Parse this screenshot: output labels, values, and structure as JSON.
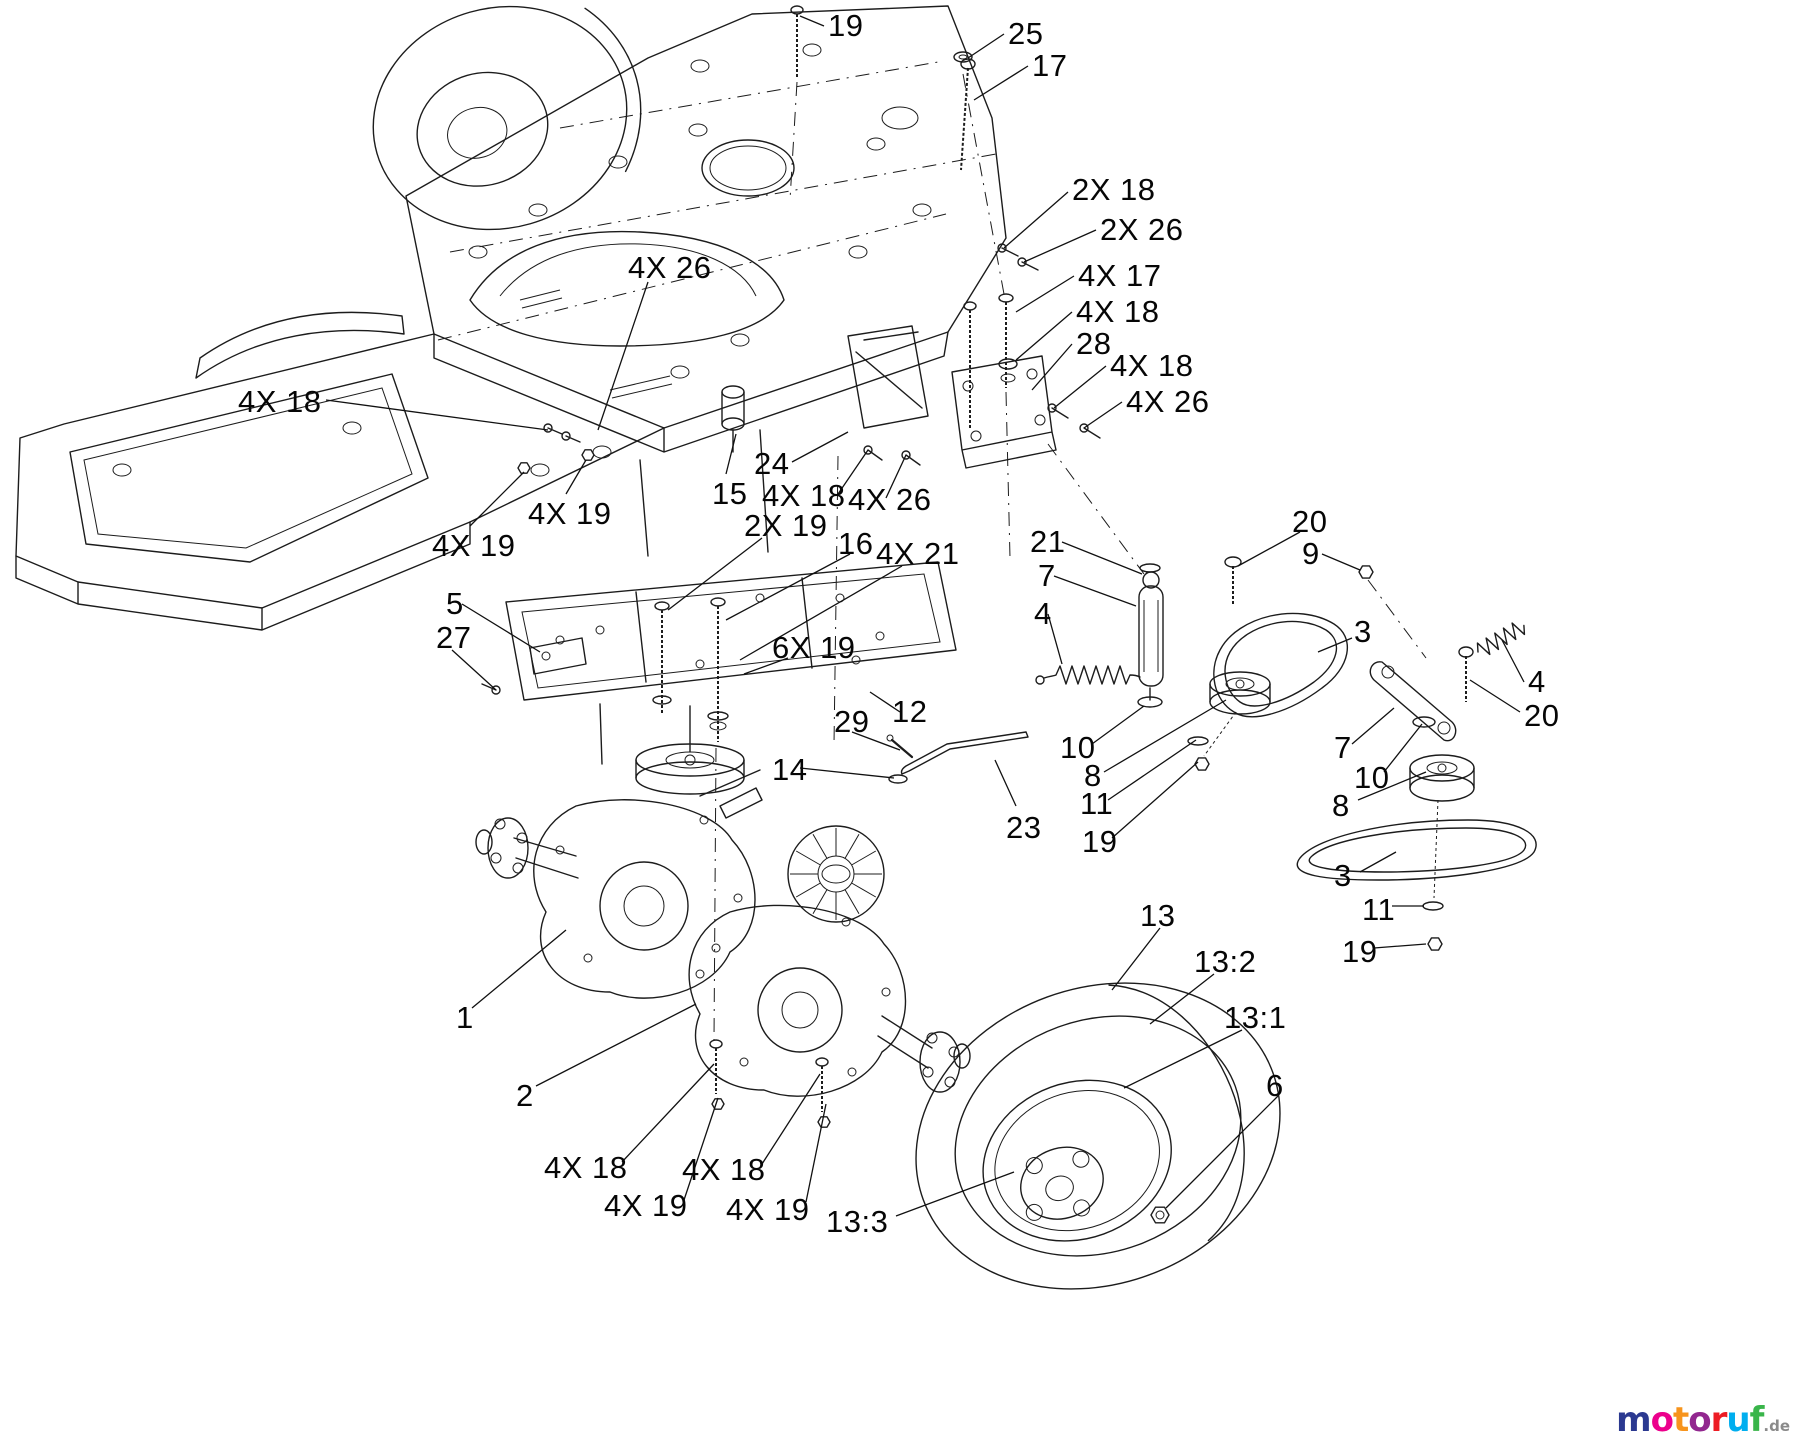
{
  "diagram": {
    "type": "exploded-parts-diagram",
    "colors": {
      "background": "#ffffff",
      "line": "#1c1c1c",
      "label": "#060606"
    },
    "callouts": [
      {
        "text": "19"
      },
      {
        "text": "25"
      },
      {
        "text": "17"
      },
      {
        "text": "2X 18"
      },
      {
        "text": "2X 26"
      },
      {
        "text": "4X 17"
      },
      {
        "text": "4X 18"
      },
      {
        "text": "28"
      },
      {
        "text": "4X 18"
      },
      {
        "text": "4X 26"
      },
      {
        "text": "4X 26"
      },
      {
        "text": "4X 18"
      },
      {
        "text": "4X 19"
      },
      {
        "text": "4X 19"
      },
      {
        "text": "15"
      },
      {
        "text": "24"
      },
      {
        "text": "4X 18"
      },
      {
        "text": "4X 26"
      },
      {
        "text": "2X 19"
      },
      {
        "text": "16"
      },
      {
        "text": "4X 21"
      },
      {
        "text": "5"
      },
      {
        "text": "27"
      },
      {
        "text": "6X 19"
      },
      {
        "text": "12"
      },
      {
        "text": "29"
      },
      {
        "text": "14"
      },
      {
        "text": "23"
      },
      {
        "text": "21"
      },
      {
        "text": "7"
      },
      {
        "text": "4"
      },
      {
        "text": "20"
      },
      {
        "text": "9"
      },
      {
        "text": "3"
      },
      {
        "text": "4"
      },
      {
        "text": "20"
      },
      {
        "text": "7"
      },
      {
        "text": "10"
      },
      {
        "text": "8"
      },
      {
        "text": "11"
      },
      {
        "text": "19"
      },
      {
        "text": "10"
      },
      {
        "text": "8"
      },
      {
        "text": "3"
      },
      {
        "text": "11"
      },
      {
        "text": "19"
      },
      {
        "text": "13"
      },
      {
        "text": "13:2"
      },
      {
        "text": "13:1"
      },
      {
        "text": "6"
      },
      {
        "text": "1"
      },
      {
        "text": "2"
      },
      {
        "text": "4X 18"
      },
      {
        "text": "4X 19"
      },
      {
        "text": "4X 18"
      },
      {
        "text": "4X 19"
      },
      {
        "text": "13:3"
      }
    ]
  },
  "logo": {
    "letters": [
      {
        "char": "m",
        "color": "#2b3990"
      },
      {
        "char": "o",
        "color": "#ec008c"
      },
      {
        "char": "t",
        "color": "#f7941d"
      },
      {
        "char": "o",
        "color": "#92278f"
      },
      {
        "char": "r",
        "color": "#ed1c24"
      },
      {
        "char": "u",
        "color": "#00aeef"
      },
      {
        "char": "f",
        "color": "#39b54a"
      }
    ],
    "suffix": ".de",
    "suffix_color": "#8a8a8a"
  }
}
